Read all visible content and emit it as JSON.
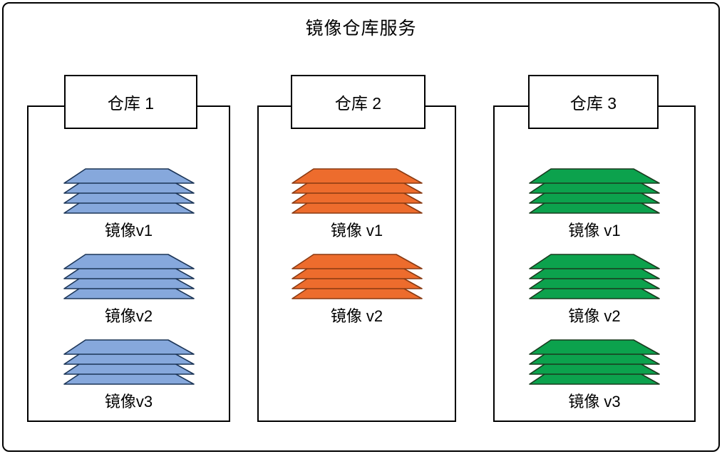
{
  "title": "镜像仓库服务",
  "colors": {
    "blue_fill": "#86A8DC",
    "blue_stroke": "#1C3557",
    "orange_fill": "#ED6C2D",
    "orange_stroke": "#8A3A12",
    "green_fill": "#0CA24D",
    "green_stroke": "#1A3A1E",
    "line": "#000000"
  },
  "warehouses": [
    {
      "label": "仓库 1",
      "color": "blue",
      "images": [
        "镜像v1",
        "镜像v2",
        "镜像v3"
      ]
    },
    {
      "label": "仓库 2",
      "color": "orange",
      "images": [
        "镜像 v1",
        "镜像 v2"
      ]
    },
    {
      "label": "仓库 3",
      "color": "green",
      "images": [
        "镜像 v1",
        "镜像 v2",
        "镜像 v3"
      ]
    }
  ]
}
